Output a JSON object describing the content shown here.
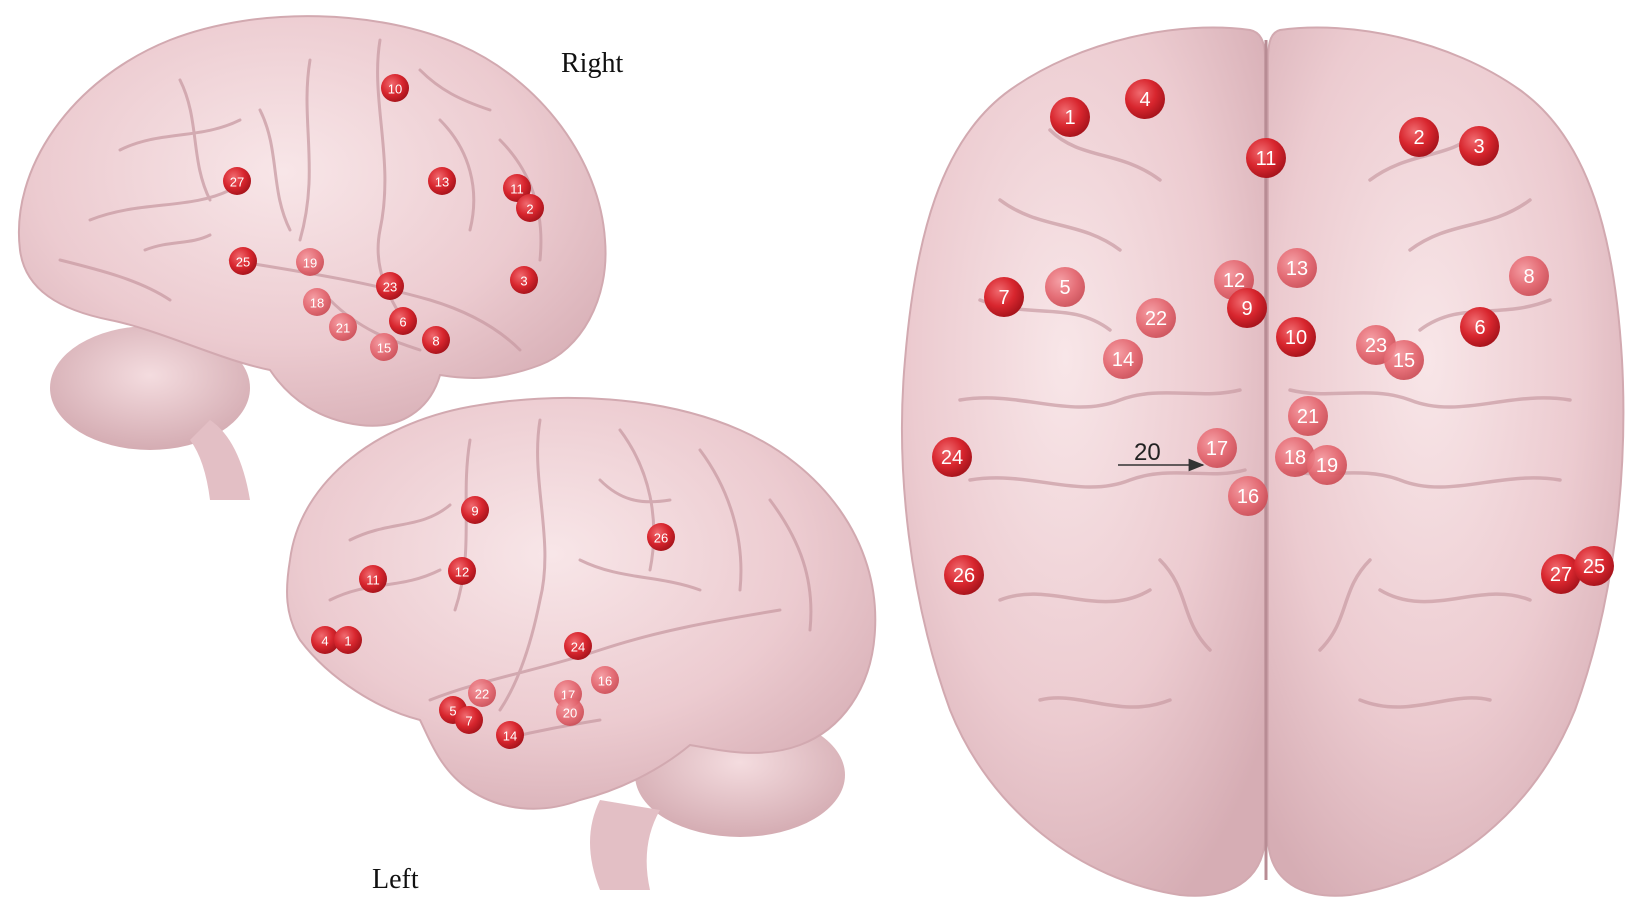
{
  "labels": {
    "right": "Right",
    "left": "Left"
  },
  "colors": {
    "brain": "#f1d4d8",
    "brain_shadow": "#d8b3b9",
    "brain_dark": "#c79ea6",
    "node": "#d8262e",
    "node_light": "#e8707a",
    "background": "#ffffff"
  },
  "views": {
    "right_lateral": {
      "label": "Right",
      "nodes": [
        "10",
        "27",
        "13",
        "11",
        "2",
        "25",
        "19",
        "3",
        "23",
        "18",
        "6",
        "21",
        "8",
        "15"
      ]
    },
    "left_lateral": {
      "label": "Left",
      "nodes": [
        "9",
        "26",
        "11",
        "12",
        "4",
        "1",
        "24",
        "16",
        "22",
        "17",
        "20",
        "5",
        "7",
        "14"
      ]
    },
    "superior": {
      "nodes": [
        "1",
        "4",
        "11",
        "2",
        "3",
        "13",
        "12",
        "8",
        "7",
        "5",
        "9",
        "22",
        "10",
        "23",
        "15",
        "6",
        "14",
        "21",
        "24",
        "17",
        "18",
        "19",
        "16",
        "26",
        "27",
        "25"
      ],
      "annotation": {
        "text": "20",
        "arrow": "arrow-right-icon"
      }
    }
  }
}
